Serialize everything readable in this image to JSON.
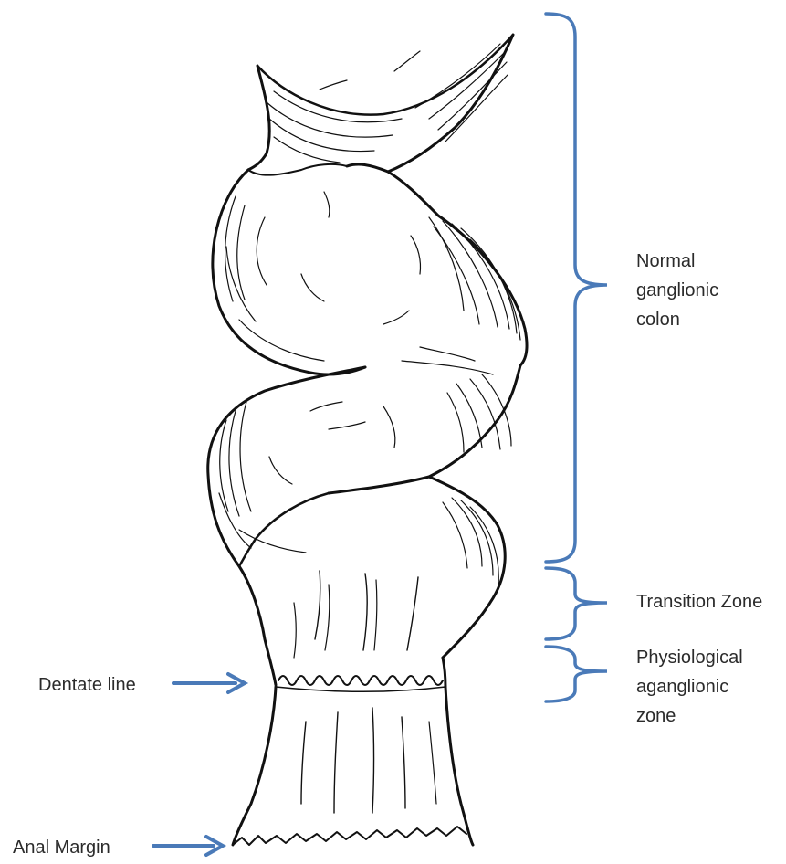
{
  "labels": {
    "normal_ganglionic": [
      "Normal",
      "ganglionic",
      "colon"
    ],
    "transition_zone": "Transition Zone",
    "physiological": [
      "Physiological",
      "aganglionic",
      "zone"
    ],
    "dentate_line": "Dentate line",
    "anal_margin": "Anal Margin"
  },
  "colors": {
    "bracket": "#4a7ab8",
    "arrow": "#4a7ab8",
    "ink": "#111111",
    "text": "#2b2b2b"
  }
}
